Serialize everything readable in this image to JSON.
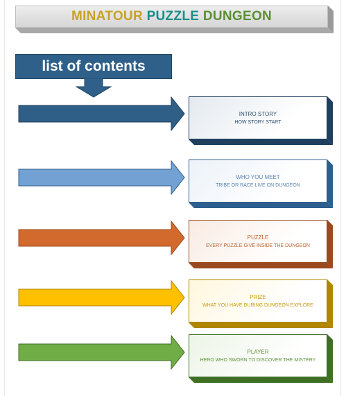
{
  "title": {
    "part1": "MINATOUR",
    "part2": "PUZZLE",
    "part3": "DUNGEON"
  },
  "contents_label": "list of contents",
  "sections": [
    {
      "title": "INTRO STORY",
      "subtitle": "HOW STORY START",
      "color": "#2f5f87",
      "shadow": "#1f3f5e",
      "text": "#2f4f6f"
    },
    {
      "title": "WHO YOU MEET",
      "subtitle": "TRIBE OR RACE LIVE ON DUNGEON",
      "color": "#73a1d3",
      "shadow": "#2c5f8e",
      "text": "#5d86b0"
    },
    {
      "title": "PUZZLE",
      "subtitle": "EVERY PUZZLE GIVE INSIDE THE DUNGEON",
      "color": "#d26a2e",
      "shadow": "#9a4a1e",
      "text": "#c0602a"
    },
    {
      "title": "PRIZE",
      "subtitle": "WHAT YOU HAVE DURING DUNGEON EXPLORE",
      "color": "#ffc000",
      "shadow": "#b08600",
      "text": "#c89a10"
    },
    {
      "title": "PLAYER",
      "subtitle": "HERO WHO SWORN TO DISCOVER THE MISTERY",
      "color": "#70ad47",
      "shadow": "#3f6f25",
      "text": "#5d8f3a"
    }
  ]
}
